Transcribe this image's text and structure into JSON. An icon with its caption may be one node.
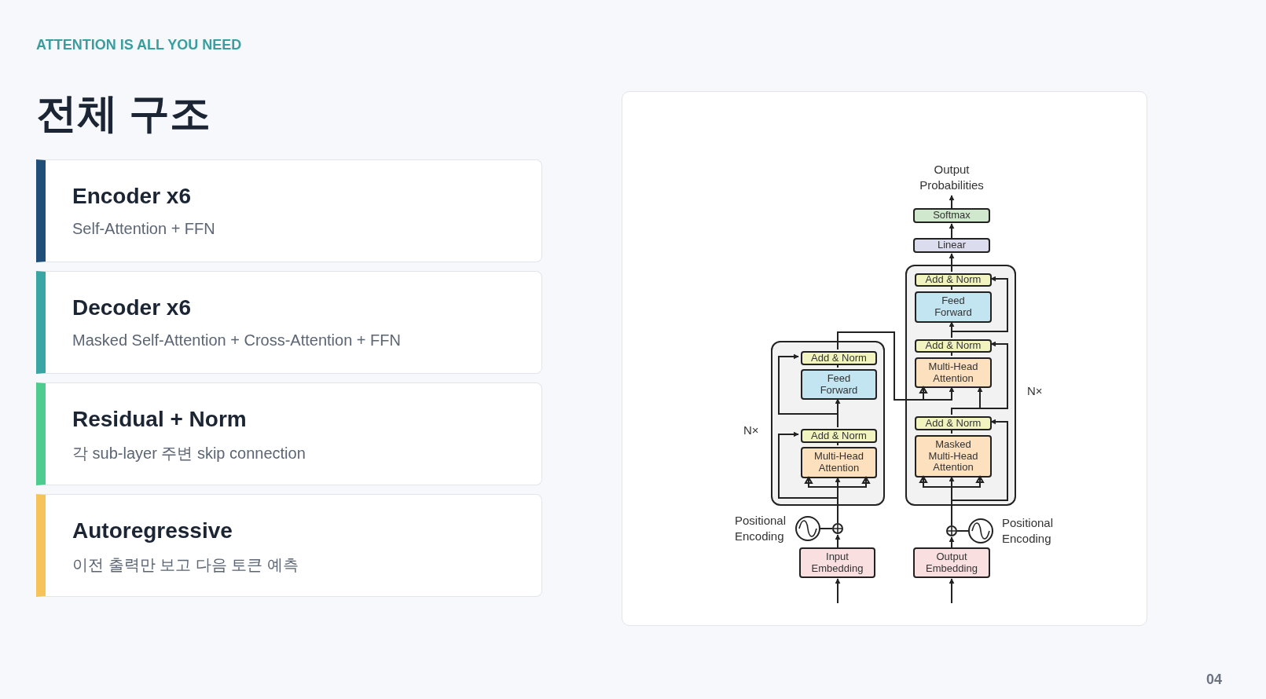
{
  "diagram": {
    "title": "전체 구조",
    "nodes": [
      {
        "text": [
          "Encoder x6",
          "Self-Attention + FFN"
        ]
      },
      {
        "text": [
          "Decoder x6",
          "Masked Self-Attention + Cross-Attention + FFN"
        ]
      },
      {
        "text": [
          "Residual + Norm",
          "각 sub-layer 주변 skip connection"
        ]
      },
      {
        "text": [
          "Autoregressive",
          "이전 출력만 보고 다음 토큰 예측"
        ]
      },
      {
        "text": [],
        "shape": "box",
        "beside": [
          "N×"
        ]
      },
      {
        "text": [
          "Add & Norm"
        ],
        "in": 4
      },
      {
        "text": [
          "Feed Forward"
        ],
        "in": 4
      },
      {
        "text": [
          "Add & Norm"
        ],
        "in": 4
      },
      {
        "text": [
          "Multi-Head Attention"
        ],
        "in": 4
      },
      {
        "text": [],
        "shape": "circle",
        "beside": [
          "Positional Encoding"
        ]
      },
      {
        "text": [],
        "shape": "circle"
      },
      {
        "text": [
          "Input Embedding"
        ]
      },
      {
        "text": [],
        "shape": "box",
        "beside": [
          "N×"
        ]
      },
      {
        "text": [
          "Add & Norm"
        ],
        "in": 12
      },
      {
        "text": [
          "Feed Forward"
        ],
        "in": 12
      },
      {
        "text": [
          "Add & Norm"
        ],
        "in": 12
      },
      {
        "text": [
          "Multi-Head Attention"
        ],
        "in": 12
      },
      {
        "text": [
          "Add & Norm"
        ],
        "in": 12
      },
      {
        "text": [
          "Masked Multi-Head Attention"
        ],
        "in": 12
      },
      {
        "text": [],
        "shape": "circle"
      },
      {
        "text": [],
        "shape": "circle",
        "beside": [
          "Positional Encoding"
        ]
      },
      {
        "text": [
          "Output Embedding"
        ]
      },
      {
        "text": [
          "Linear"
        ]
      },
      {
        "text": [
          "Softmax"
        ]
      },
      {
        "text": [
          "Output Probabilities"
        ]
      }
    ],
    "edges": [
      {
        "from": null,
        "to": 11,
        "arrow": "to"
      },
      {
        "from": 11,
        "to": 10,
        "arrow": "to"
      },
      {
        "from": 9,
        "to": 10,
        "arrow": "none"
      },
      {
        "from": 10,
        "to": 8,
        "arrow": "to"
      },
      {
        "from": 10,
        "to": 7,
        "arrow": "to"
      },
      {
        "from": 8,
        "to": 7,
        "arrow": "none"
      },
      {
        "from": 7,
        "to": 6,
        "arrow": "to"
      },
      {
        "from": 7,
        "to": 5,
        "arrow": "to"
      },
      {
        "from": 6,
        "to": 5,
        "arrow": "none"
      },
      {
        "from": 5,
        "to": 16,
        "arrow": "to"
      },
      {
        "from": null,
        "to": 21,
        "arrow": "to"
      },
      {
        "from": 21,
        "to": 19,
        "arrow": "to"
      },
      {
        "from": 20,
        "to": 19,
        "arrow": "none"
      },
      {
        "from": 19,
        "to": 18,
        "arrow": "to"
      },
      {
        "from": 19,
        "to": 17,
        "arrow": "to"
      },
      {
        "from": 18,
        "to": 17,
        "arrow": "none"
      },
      {
        "from": 17,
        "to": 16,
        "arrow": "to"
      },
      {
        "from": 17,
        "to": 15,
        "arrow": "to"
      },
      {
        "from": 16,
        "to": 15,
        "arrow": "none"
      },
      {
        "from": 15,
        "to": 14,
        "arrow": "to"
      },
      {
        "from": 15,
        "to": 13,
        "arrow": "to"
      },
      {
        "from": 14,
        "to": 13,
        "arrow": "none"
      },
      {
        "from": 13,
        "to": 22,
        "arrow": "to"
      },
      {
        "from": 22,
        "to": 23,
        "arrow": "to"
      },
      {
        "from": 23,
        "to": 24,
        "arrow": "to"
      }
    ],
    "labels": [
      "ATTENTION IS ALL YOU NEED",
      "04"
    ]
  }
}
